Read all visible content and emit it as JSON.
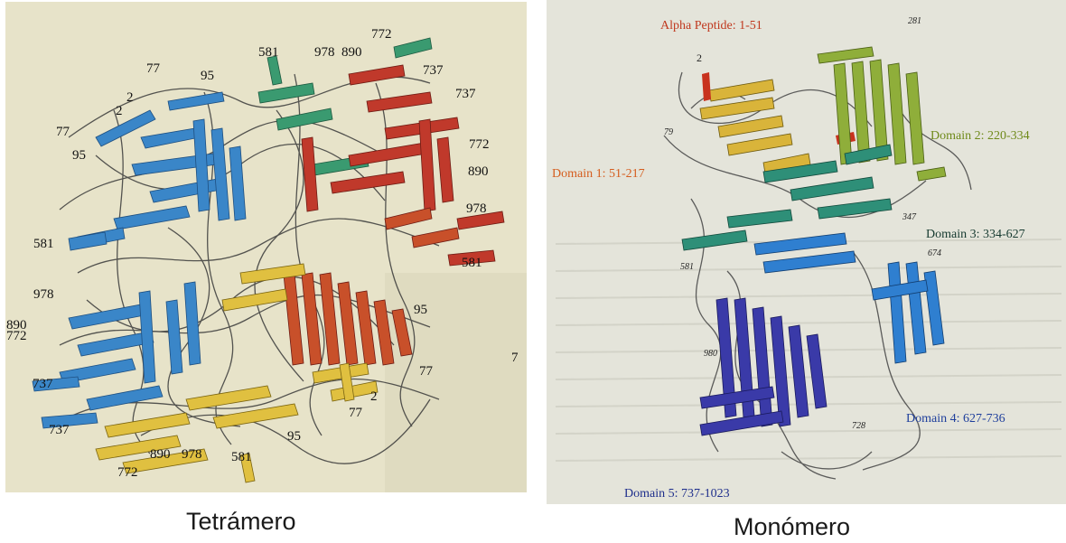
{
  "left_panel": {
    "caption": "Tetrámero",
    "numbers": [
      "581",
      "978",
      "890",
      "772",
      "737",
      "737",
      "77",
      "95",
      "2",
      "2",
      "772",
      "890",
      "978",
      "581",
      "95",
      "77",
      "581",
      "978",
      "890",
      "772",
      "737",
      "737",
      "772",
      "890",
      "978",
      "581",
      "95",
      "77",
      "2",
      "95",
      "77"
    ],
    "partial_label": "7"
  },
  "right_panel": {
    "caption": "Monómero",
    "alpha_peptide": "Alpha Peptide: 1-51",
    "domain1": "Domain 1: 51-217",
    "domain2": "Domain 2: 220-334",
    "domain3": "Domain 3: 334-627",
    "domain4": "Domain 4: 627-736",
    "domain5": "Domain 5: 737-1023",
    "residues": [
      "2",
      "281",
      "79",
      "347",
      "674",
      "581",
      "980",
      "728"
    ]
  },
  "colors": {
    "domain1": "#d9b43a",
    "domain2": "#8fae3a",
    "domain3": "#2e8f78",
    "domain4": "#2f7fd0",
    "domain5": "#3a3aa8",
    "alpha": "#c8321e",
    "tetramer_blue": "#3a86c8",
    "tetramer_red": "#c0392b",
    "tetramer_yellow": "#e0c040",
    "tetramer_green": "#3a9a70"
  }
}
